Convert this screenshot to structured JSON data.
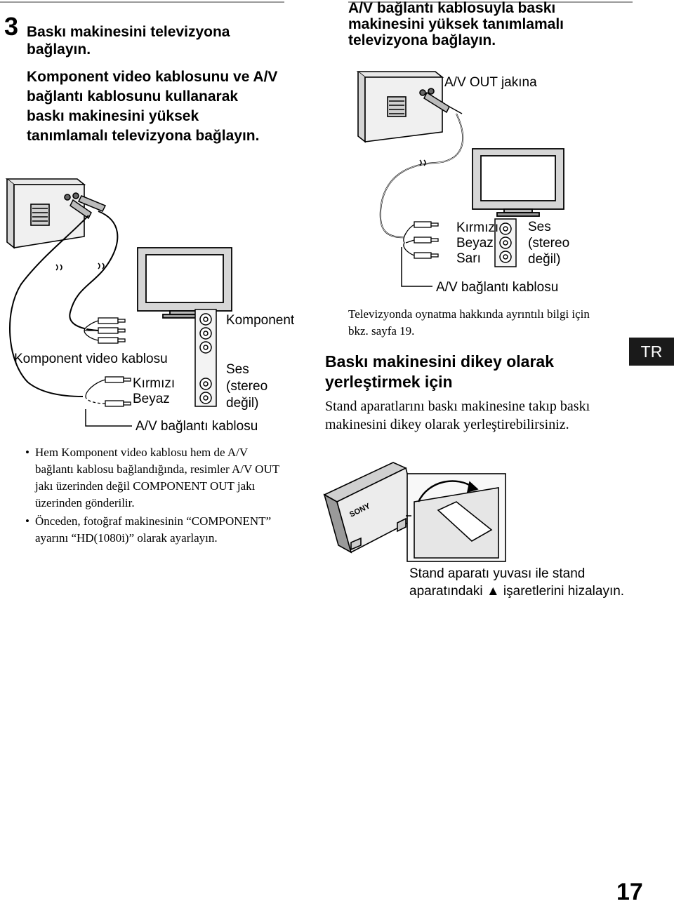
{
  "step": {
    "number": "3",
    "title": "Baskı makinesini televizyona bağlayın.",
    "description": "Komponent video kablosunu ve A/V bağlantı kablosunu kullanarak baskı makinesini yüksek tanımlamalı televizyona bağlayın."
  },
  "right_heading": "A/V bağlantı kablosuyla baskı makinesini yüksek tanımlamalı televizyona bağlayın.",
  "left_diagram": {
    "labels": {
      "komponent": "Komponent",
      "komponent_cable": "Komponent video kablosu",
      "kirmizi": "Kırmızı",
      "beyaz": "Beyaz",
      "ses": "Ses",
      "stereo": "(stereo",
      "degil": "değil)",
      "av_cable": "A/V bağlantı kablosu"
    }
  },
  "right_diagram": {
    "labels": {
      "av_out": "A/V OUT jakına",
      "kirmizi": "Kırmızı",
      "beyaz": "Beyaz",
      "sari": "Sarı",
      "ses": "Ses",
      "stereo": "(stereo",
      "degil": "değil)",
      "av_cable": "A/V bağlantı kablosu"
    }
  },
  "notes": {
    "bullets": [
      "Hem Komponent video kablosu hem de A/V bağlantı kablosu bağlandığında, resimler A/V OUT jakı üzerinden değil COMPONENT OUT jakı üzerinden gönderilir.",
      "Önceden, fotoğraf makinesinin “COMPONENT” ayarını “HD(1080i)” olarak ayarlayın."
    ]
  },
  "tv_info": "Televizyonda oynatma hakkında ayrıntılı bilgi için bkz. sayfa 19.",
  "vertical_section": {
    "title": "Baskı makinesini dikey olarak yerleştirmek için",
    "body": "Stand aparatlarını baskı makinesine takıp baskı makinesini dikey olarak yerleştirebilirsiniz.",
    "brand": "SONY",
    "caption": "Stand aparatı yuvası ile stand aparatındaki ▲ işaretlerini hizalayın."
  },
  "language_tab": "TR",
  "page_number": "17"
}
